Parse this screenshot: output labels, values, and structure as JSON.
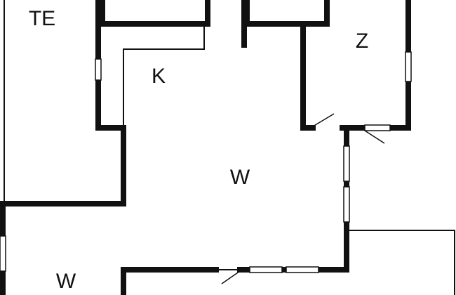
{
  "plan": {
    "wall_color": "#111111",
    "background_color": "#ffffff",
    "rooms": [
      {
        "id": "te",
        "label": "TE"
      },
      {
        "id": "k",
        "label": "K"
      },
      {
        "id": "z",
        "label": "Z"
      },
      {
        "id": "w-main",
        "label": "W"
      },
      {
        "id": "w-lower",
        "label": "W"
      }
    ]
  }
}
